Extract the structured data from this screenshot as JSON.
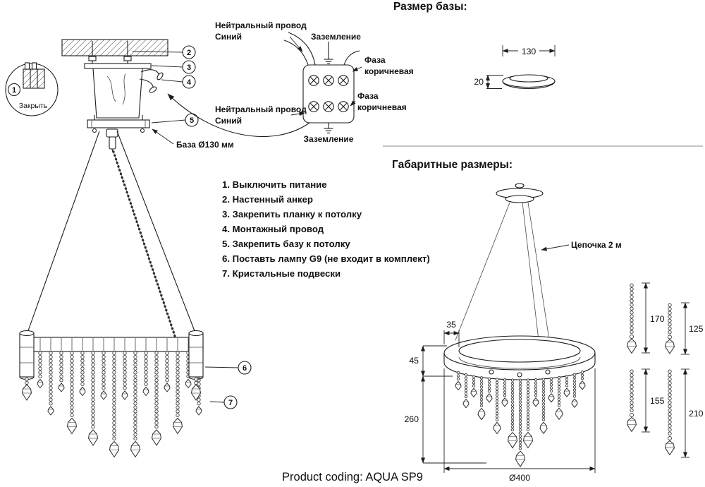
{
  "sections": {
    "base_size_title": "Размер базы:",
    "overall_title": "Габаритные размеры:",
    "product_coding": "Product coding: AQUA SP9"
  },
  "detail_view": {
    "number": "1",
    "label": "Закрыть"
  },
  "mount": {
    "base_label": "База Ø130 мм"
  },
  "wiring": {
    "neutral_line1": "Нейтральный провод",
    "neutral_line2": "Синий",
    "ground": "Заземление",
    "phase_line1": "Фаза",
    "phase_line2": "коричневая"
  },
  "instructions": [
    {
      "num": "1",
      "line": "1. Выключить питание"
    },
    {
      "num": "2",
      "line": "2. Настенный анкер"
    },
    {
      "num": "3",
      "line": "3. Закрепить планку к потолку"
    },
    {
      "num": "4",
      "line": "4. Монтажный провод"
    },
    {
      "num": "5",
      "line": "5. Закрепить базу к потолку"
    },
    {
      "num": "6",
      "line": "6. Поставть лампу G9 (не входит в комплект)"
    },
    {
      "num": "7",
      "line": "7. Кристальные подвески"
    }
  ],
  "dimensions": {
    "base_width": "130",
    "base_height": "20",
    "ring_tube": "35",
    "ring_height": "45",
    "strand_drop": "260",
    "diameter": "Ø400",
    "chain": "Цепочка 2 м",
    "strand_lengths": [
      "170",
      "125",
      "155",
      "210"
    ]
  }
}
